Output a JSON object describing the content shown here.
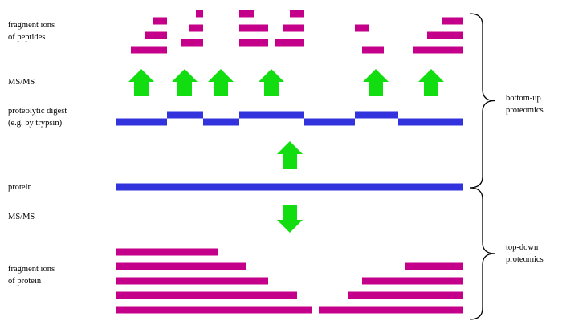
{
  "labels": {
    "fragment_ions_peptides": [
      "fragment ions",
      "of peptides"
    ],
    "msms_top": "MS/MS",
    "proteolytic_digest": [
      "proteolytic digest",
      "(e.g. by trypsin)"
    ],
    "protein": "protein",
    "msms_bottom": "MS/MS",
    "fragment_ions_protein": [
      "fragment ions",
      "of protein"
    ]
  },
  "brackets": {
    "bottom_up": [
      "bottom-up",
      "proteomics"
    ],
    "top_down": [
      "top-down",
      "proteomics"
    ]
  },
  "colors": {
    "protein_line": "#3333dd",
    "fragment_bar": "#c4008a",
    "arrow": "#11dd11",
    "bracket": "#000000",
    "text": "#000000"
  }
}
